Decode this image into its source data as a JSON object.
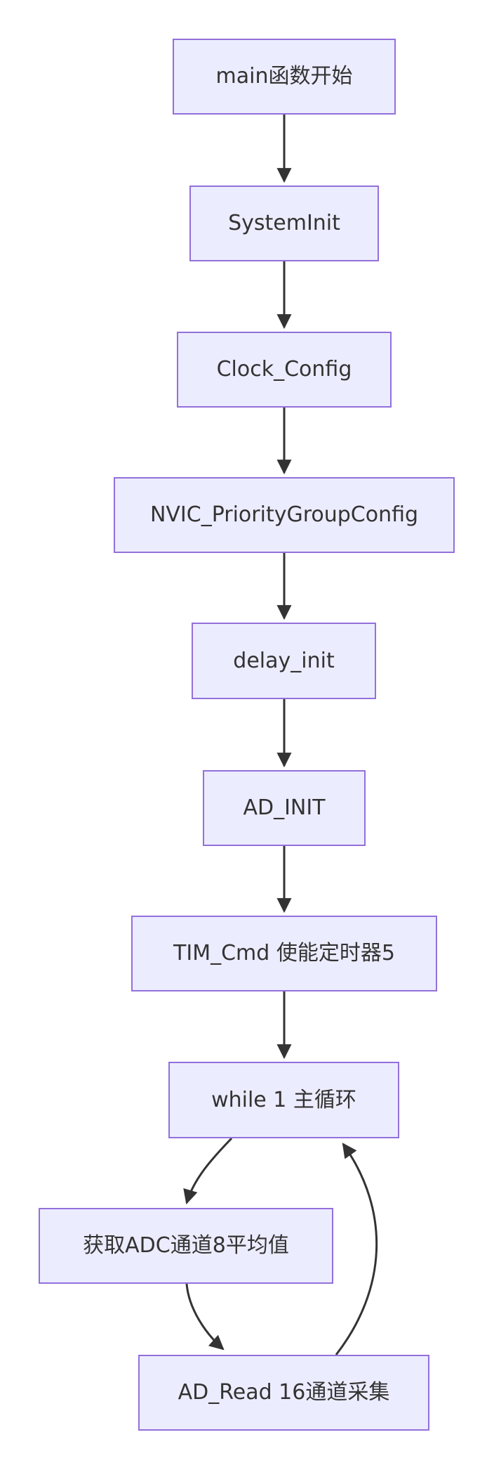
{
  "diagram": {
    "type": "flowchart",
    "direction": "top-down",
    "nodes": [
      {
        "id": "main_start",
        "label": "main函数开始"
      },
      {
        "id": "system_init",
        "label": "SystemInit"
      },
      {
        "id": "clock_config",
        "label": "Clock_Config"
      },
      {
        "id": "nvic_config",
        "label": "NVIC_PriorityGroupConfig"
      },
      {
        "id": "delay_init",
        "label": "delay_init"
      },
      {
        "id": "ad_init",
        "label": "AD_INIT"
      },
      {
        "id": "tim_cmd",
        "label": "TIM_Cmd 使能定时器5"
      },
      {
        "id": "while_loop",
        "label": "while 1 主循环"
      },
      {
        "id": "get_adc_avg",
        "label": "获取ADC通道8平均值"
      },
      {
        "id": "ad_read",
        "label": "AD_Read 16通道采集"
      }
    ],
    "edges": [
      {
        "from": "main_start",
        "to": "system_init"
      },
      {
        "from": "system_init",
        "to": "clock_config"
      },
      {
        "from": "clock_config",
        "to": "nvic_config"
      },
      {
        "from": "nvic_config",
        "to": "delay_init"
      },
      {
        "from": "delay_init",
        "to": "ad_init"
      },
      {
        "from": "ad_init",
        "to": "tim_cmd"
      },
      {
        "from": "tim_cmd",
        "to": "while_loop"
      },
      {
        "from": "while_loop",
        "to": "get_adc_avg"
      },
      {
        "from": "get_adc_avg",
        "to": "ad_read"
      },
      {
        "from": "ad_read",
        "to": "while_loop"
      }
    ],
    "colors": {
      "node_fill": "#ECECFF",
      "node_border": "#9370DB",
      "edge_stroke": "#333333",
      "text": "#333333",
      "background": "#FFFFFF"
    }
  }
}
